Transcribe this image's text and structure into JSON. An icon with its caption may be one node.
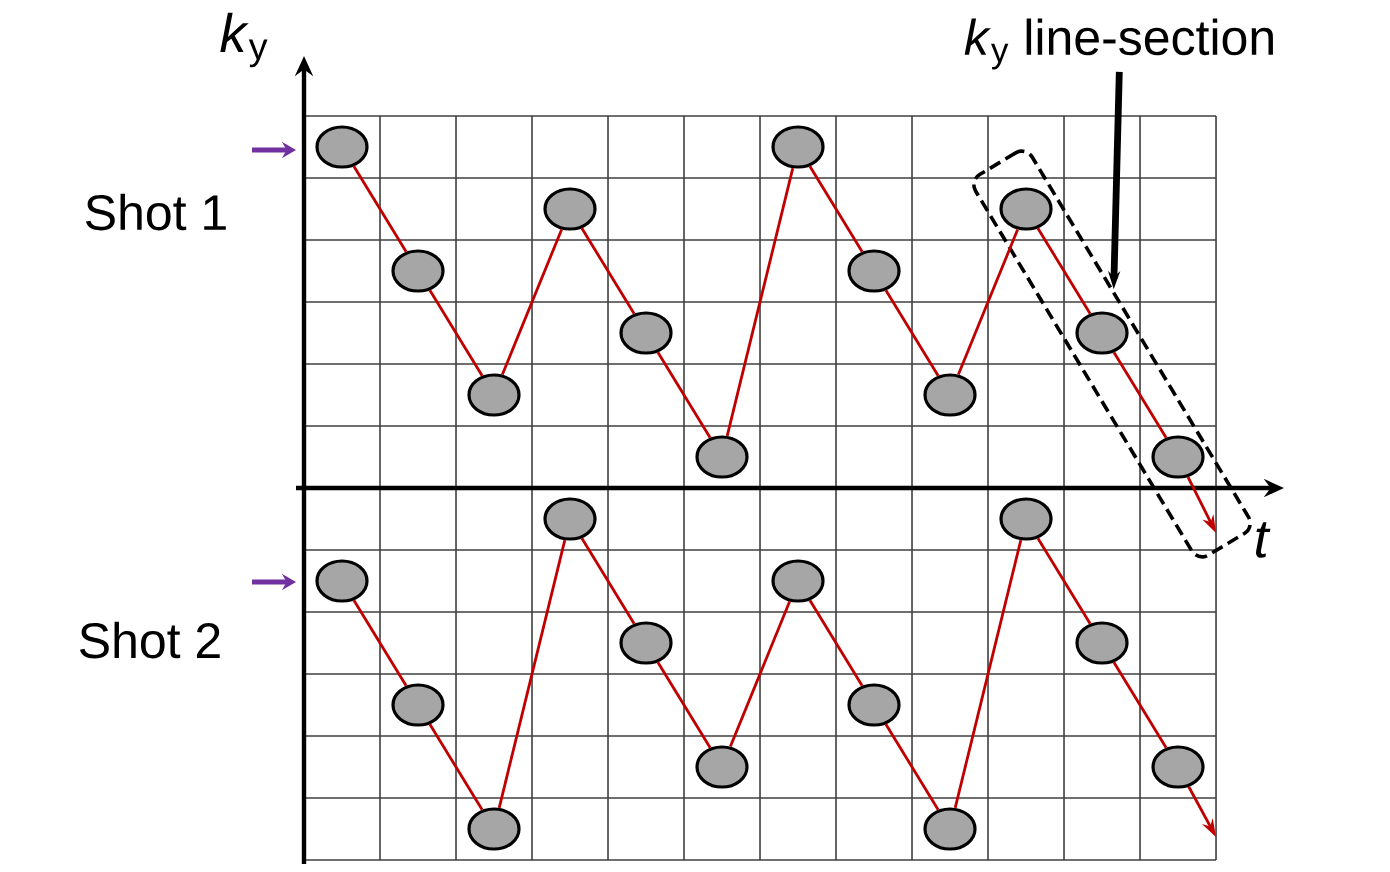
{
  "diagram": {
    "nodes": [
      {
        "text": [
          "*k*$_{y}$ line-section"
        ]
      },
      {
        "text": [],
        "shape": "box"
      },
      {
        "text": [],
        "shape": "circle"
      },
      {
        "text": [],
        "shape": "circle"
      },
      {
        "text": [],
        "shape": "circle"
      },
      {
        "text": [],
        "shape": "circle"
      },
      {
        "text": [],
        "shape": "circle"
      },
      {
        "text": [],
        "shape": "circle"
      },
      {
        "text": [],
        "shape": "circle"
      },
      {
        "text": [],
        "shape": "circle"
      },
      {
        "text": [],
        "shape": "circle"
      },
      {
        "text": [],
        "shape": "circle",
        "in": 1
      },
      {
        "text": [],
        "shape": "circle",
        "in": 1
      },
      {
        "text": [],
        "shape": "circle",
        "in": 1
      },
      {
        "text": [],
        "shape": "circle"
      },
      {
        "text": [],
        "shape": "circle"
      },
      {
        "text": [],
        "shape": "circle"
      },
      {
        "text": [],
        "shape": "circle"
      },
      {
        "text": [],
        "shape": "circle"
      },
      {
        "text": [],
        "shape": "circle"
      },
      {
        "text": [],
        "shape": "circle"
      },
      {
        "text": [],
        "shape": "circle"
      },
      {
        "text": [],
        "shape": "circle"
      },
      {
        "text": [],
        "shape": "circle"
      },
      {
        "text": [],
        "shape": "circle"
      },
      {
        "text": [],
        "shape": "circle"
      }
    ],
    "edges": [
      {
        "from": 0,
        "to": 1,
        "arrow": "to",
        "style": "thick",
        "color": "#000000"
      },
      {
        "from": 2,
        "to": 3,
        "arrow": "none"
      },
      {
        "from": 3,
        "to": 4,
        "arrow": "none"
      },
      {
        "from": 4,
        "to": 5,
        "arrow": "none"
      },
      {
        "from": 5,
        "to": 6,
        "arrow": "none"
      },
      {
        "from": 6,
        "to": 7,
        "arrow": "none"
      },
      {
        "from": 7,
        "to": 8,
        "arrow": "none"
      },
      {
        "from": 8,
        "to": 9,
        "arrow": "none"
      },
      {
        "from": 9,
        "to": 10,
        "arrow": "none"
      },
      {
        "from": 10,
        "to": 11,
        "arrow": "none"
      },
      {
        "from": 11,
        "to": 12,
        "arrow": "none"
      },
      {
        "from": 12,
        "to": 13,
        "arrow": "none"
      },
      {
        "from": 13,
        "to": null,
        "arrow": "to"
      },
      {
        "from": 14,
        "to": 15,
        "arrow": "none"
      },
      {
        "from": 15,
        "to": 16,
        "arrow": "none"
      },
      {
        "from": 16,
        "to": 17,
        "arrow": "none"
      },
      {
        "from": 17,
        "to": 18,
        "arrow": "none"
      },
      {
        "from": 18,
        "to": 19,
        "arrow": "none"
      },
      {
        "from": 19,
        "to": 20,
        "arrow": "none"
      },
      {
        "from": 20,
        "to": 21,
        "arrow": "none"
      },
      {
        "from": 21,
        "to": 22,
        "arrow": "none"
      },
      {
        "from": 22,
        "to": 23,
        "arrow": "none"
      },
      {
        "from": 23,
        "to": 24,
        "arrow": "none"
      },
      {
        "from": 24,
        "to": 25,
        "arrow": "none"
      },
      {
        "from": 25,
        "to": null,
        "arrow": "to"
      }
    ],
    "labels": [
      "*k*$_{y}$",
      "Shot 1",
      "Shot 2",
      "*t*"
    ]
  }
}
